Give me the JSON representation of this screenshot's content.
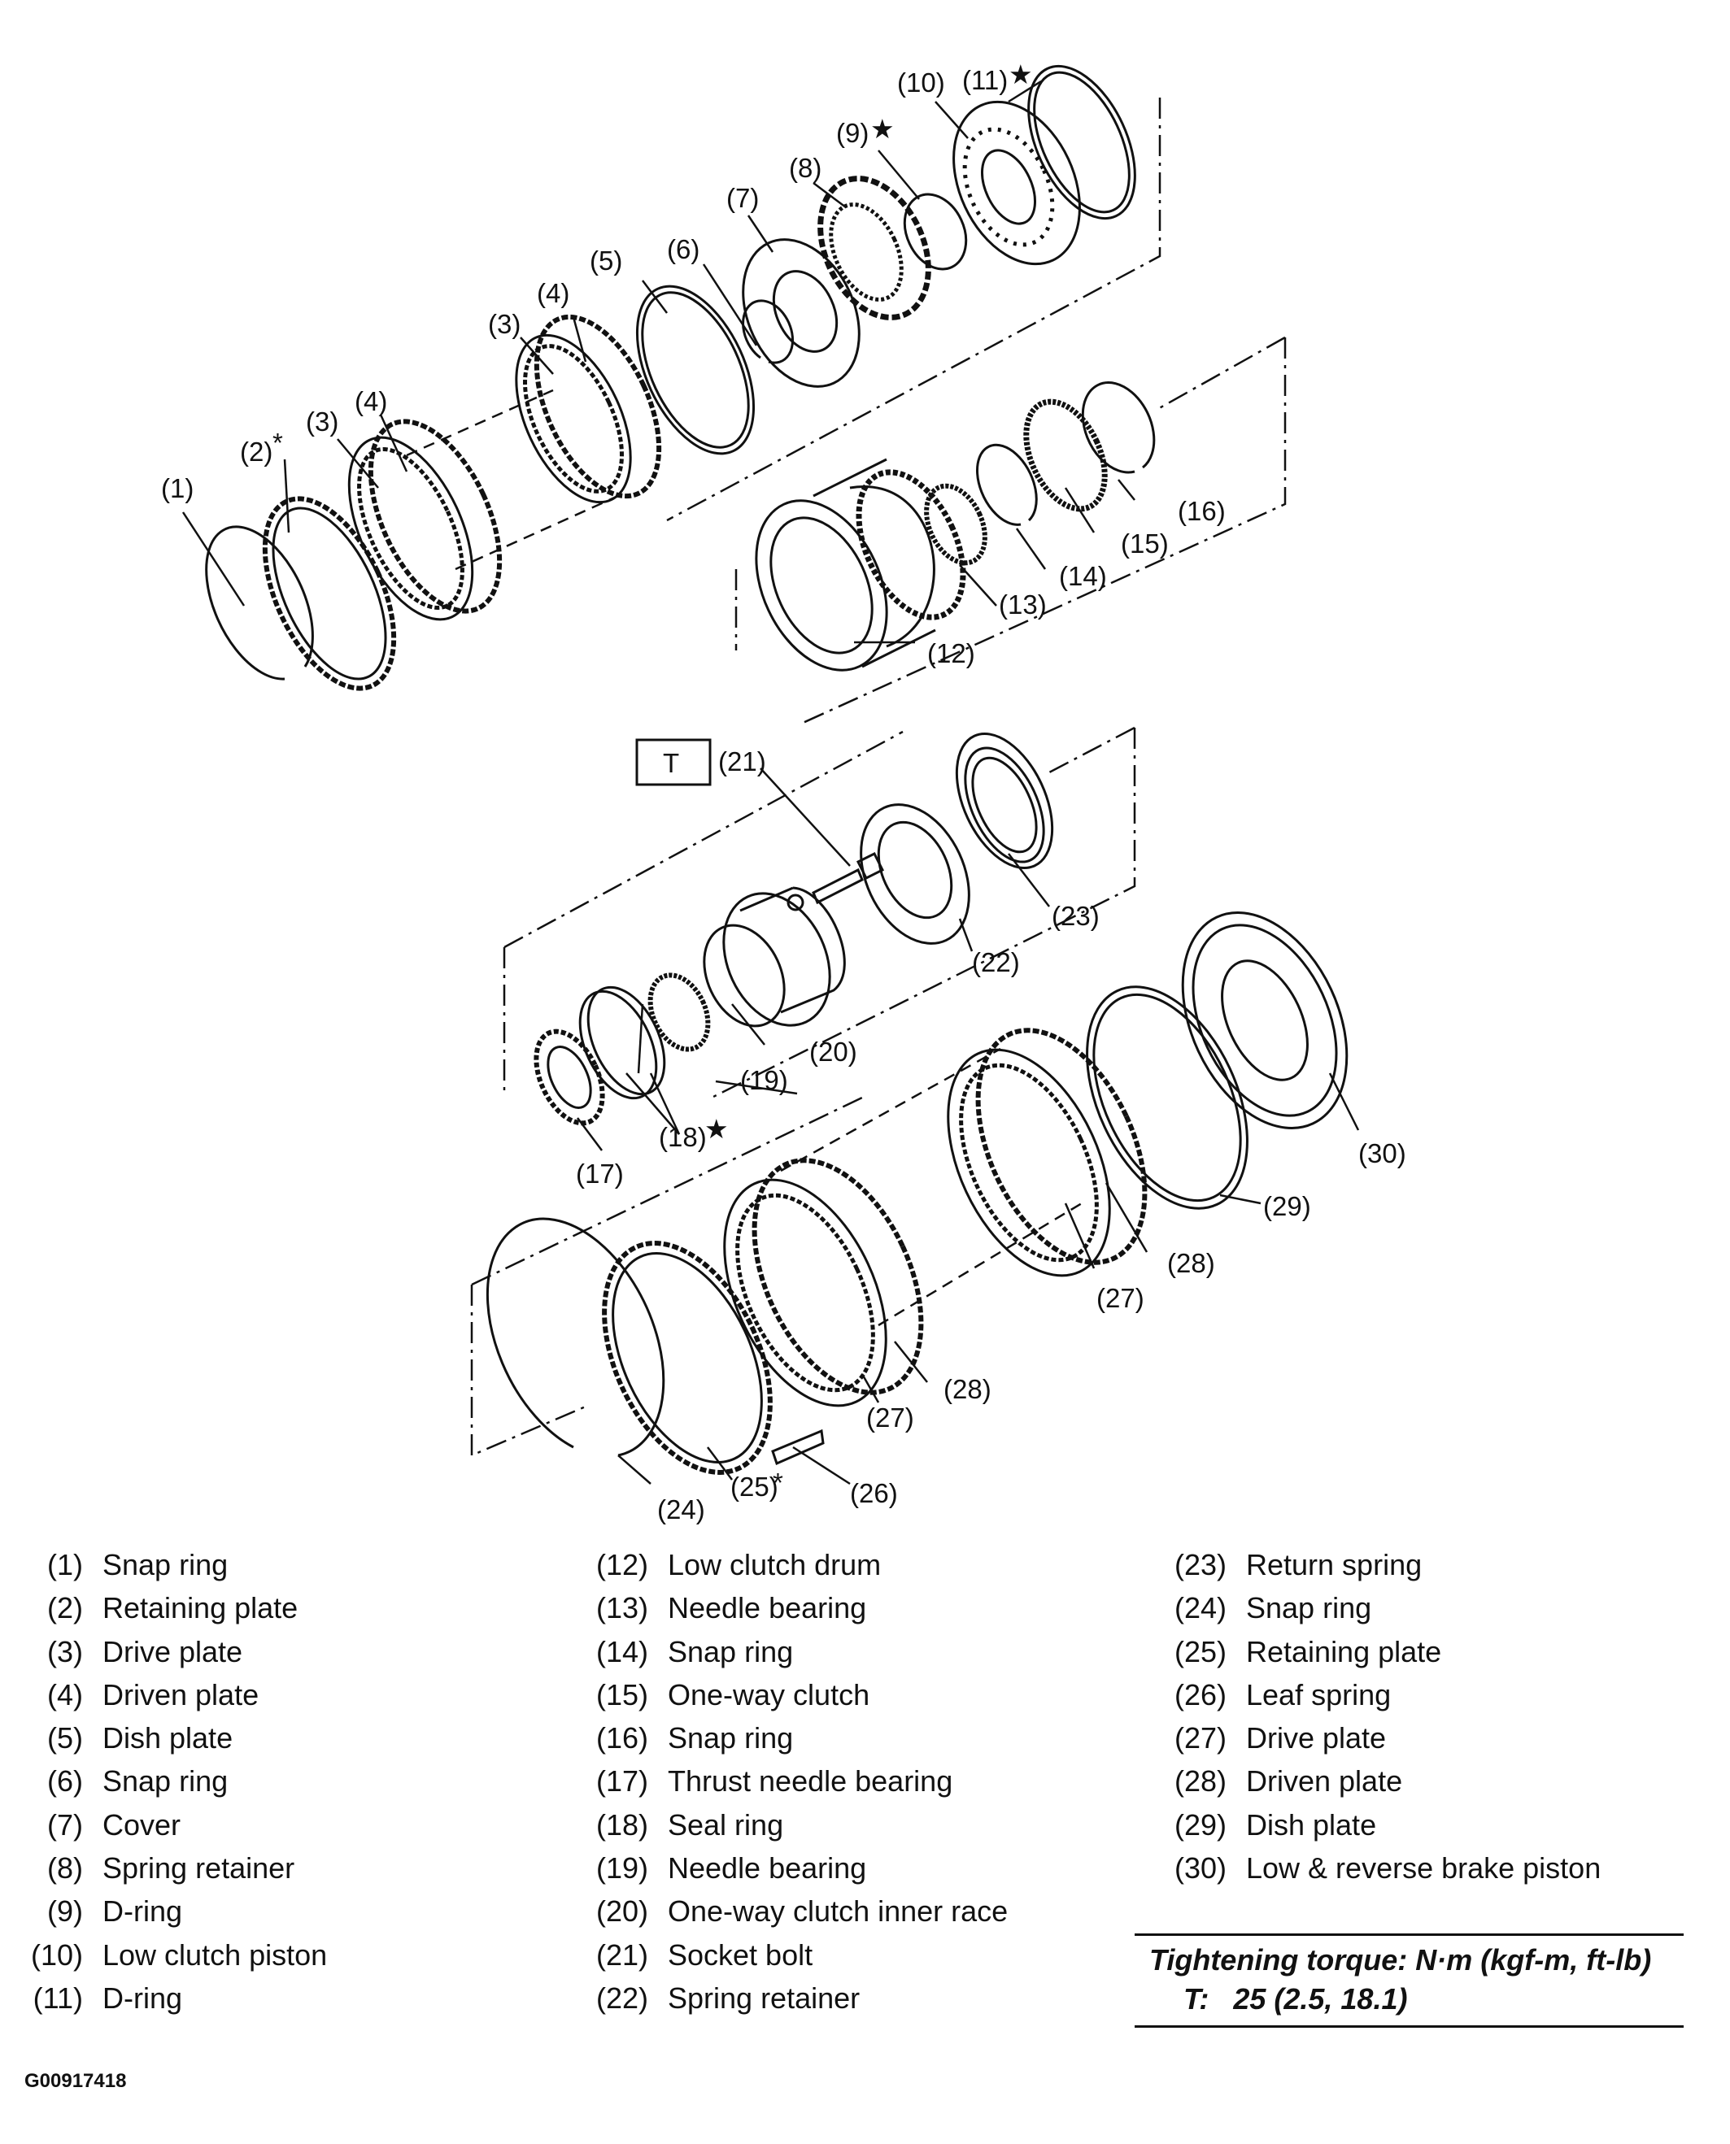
{
  "callouts": [
    {
      "id": "c1",
      "text": "(1)"
    },
    {
      "id": "c2",
      "text": "(2)"
    },
    {
      "id": "c3a",
      "text": "(3)"
    },
    {
      "id": "c4a",
      "text": "(4)"
    },
    {
      "id": "c3b",
      "text": "(3)"
    },
    {
      "id": "c4b",
      "text": "(4)"
    },
    {
      "id": "c5",
      "text": "(5)"
    },
    {
      "id": "c6",
      "text": "(6)"
    },
    {
      "id": "c7",
      "text": "(7)"
    },
    {
      "id": "c8",
      "text": "(8)"
    },
    {
      "id": "c9",
      "text": "(9)"
    },
    {
      "id": "c10",
      "text": "(10)"
    },
    {
      "id": "c11",
      "text": "(11)"
    },
    {
      "id": "c12",
      "text": "(12)"
    },
    {
      "id": "c13",
      "text": "(13)"
    },
    {
      "id": "c14",
      "text": "(14)"
    },
    {
      "id": "c15",
      "text": "(15)"
    },
    {
      "id": "c16",
      "text": "(16)"
    },
    {
      "id": "c17",
      "text": "(17)"
    },
    {
      "id": "c18",
      "text": "(18)"
    },
    {
      "id": "c19",
      "text": "(19)"
    },
    {
      "id": "c20",
      "text": "(20)"
    },
    {
      "id": "c21",
      "text": "(21)"
    },
    {
      "id": "c22",
      "text": "(22)"
    },
    {
      "id": "c23",
      "text": "(23)"
    },
    {
      "id": "c24",
      "text": "(24)"
    },
    {
      "id": "c25",
      "text": "(25)"
    },
    {
      "id": "c26",
      "text": "(26)"
    },
    {
      "id": "c27a",
      "text": "(27)"
    },
    {
      "id": "c28a",
      "text": "(28)"
    },
    {
      "id": "c27b",
      "text": "(27)"
    },
    {
      "id": "c28b",
      "text": "(28)"
    },
    {
      "id": "c29",
      "text": "(29)"
    },
    {
      "id": "c30",
      "text": "(30)"
    }
  ],
  "symbols": {
    "asterisk": "*",
    "star": "★",
    "torque_box": "T"
  },
  "legend": {
    "col1": [
      {
        "num": "(1)",
        "text": "Snap ring"
      },
      {
        "num": "(2)",
        "text": "Retaining plate"
      },
      {
        "num": "(3)",
        "text": "Drive plate"
      },
      {
        "num": "(4)",
        "text": "Driven plate"
      },
      {
        "num": "(5)",
        "text": "Dish plate"
      },
      {
        "num": "(6)",
        "text": "Snap ring"
      },
      {
        "num": "(7)",
        "text": "Cover"
      },
      {
        "num": "(8)",
        "text": "Spring retainer"
      },
      {
        "num": "(9)",
        "text": "D-ring"
      },
      {
        "num": "(10)",
        "text": "Low clutch piston"
      },
      {
        "num": "(11)",
        "text": "D-ring"
      }
    ],
    "col2": [
      {
        "num": "(12)",
        "text": "Low clutch drum"
      },
      {
        "num": "(13)",
        "text": "Needle bearing"
      },
      {
        "num": "(14)",
        "text": "Snap ring"
      },
      {
        "num": "(15)",
        "text": "One-way clutch"
      },
      {
        "num": "(16)",
        "text": "Snap ring"
      },
      {
        "num": "(17)",
        "text": "Thrust needle bearing"
      },
      {
        "num": "(18)",
        "text": "Seal ring"
      },
      {
        "num": "(19)",
        "text": "Needle bearing"
      },
      {
        "num": "(20)",
        "text": "One-way clutch inner race"
      },
      {
        "num": "(21)",
        "text": "Socket bolt"
      },
      {
        "num": "(22)",
        "text": "Spring retainer"
      }
    ],
    "col3": [
      {
        "num": "(23)",
        "text": "Return spring"
      },
      {
        "num": "(24)",
        "text": "Snap ring"
      },
      {
        "num": "(25)",
        "text": "Retaining plate"
      },
      {
        "num": "(26)",
        "text": "Leaf spring"
      },
      {
        "num": "(27)",
        "text": "Drive plate"
      },
      {
        "num": "(28)",
        "text": "Driven plate"
      },
      {
        "num": "(29)",
        "text": "Dish plate"
      },
      {
        "num": "(30)",
        "text": "Low & reverse brake piston"
      }
    ]
  },
  "torque": {
    "title": "Tightening torque: N·m (kgf-m, ft-lb)",
    "value": "T:   25 (2.5, 18.1)"
  },
  "figure_id": "G00917418"
}
